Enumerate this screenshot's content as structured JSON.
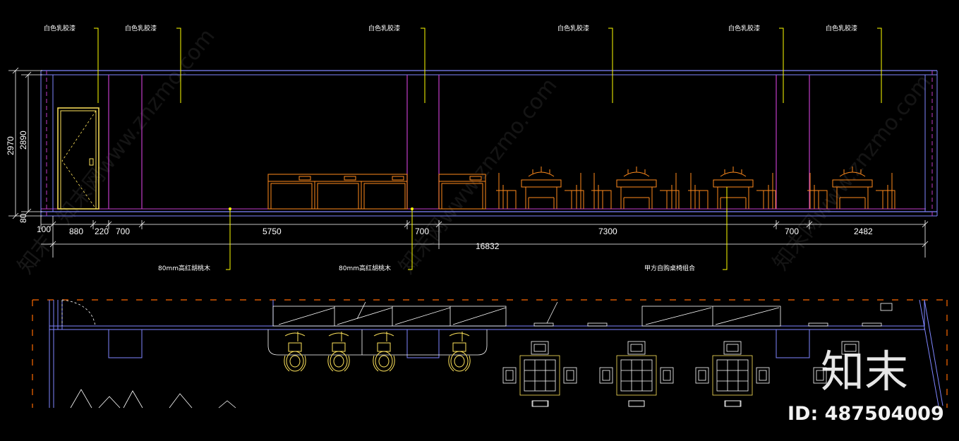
{
  "colors": {
    "background": "#000000",
    "outline": "#7f86ff",
    "partition": "#c03cc8",
    "furniture": "#ff8a1c",
    "fixture": "#ffe45c",
    "note_leader": "#ffff00",
    "dimension": "#ffffff",
    "hidden": "#ff6a00"
  },
  "elevation": {
    "top_notes": [
      "白色乳胶漆",
      "白色乳胶漆",
      "白色乳胶漆",
      "白色乳胶漆",
      "白色乳胶漆",
      "白色乳胶漆"
    ],
    "vertical_dims": [
      "2970",
      "2890",
      "80"
    ],
    "horizontal_dims": [
      "100",
      "880",
      "220",
      "700",
      "5750",
      "700",
      "7300",
      "700",
      "2482"
    ],
    "total_dim": "16832",
    "bottom_notes": [
      "80mm高红胡桃木",
      "80mm高红胡桃木",
      "甲方自购桌椅组合"
    ]
  },
  "watermark": {
    "brand": "知末",
    "brand_url": "知末网www.znzmo.com",
    "id_label": "ID: 487504009"
  }
}
